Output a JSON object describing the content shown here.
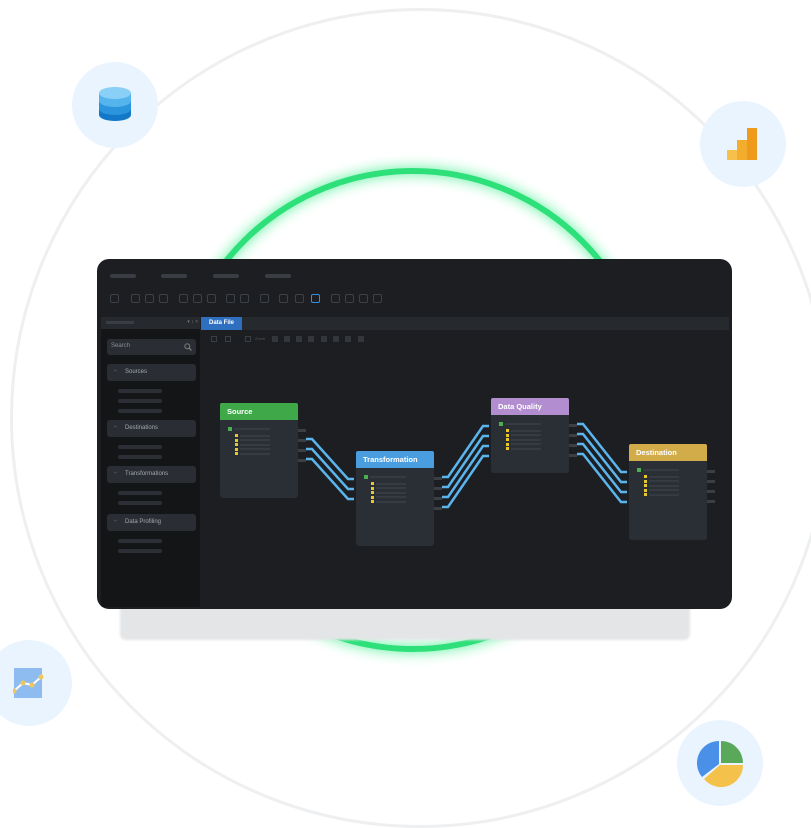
{
  "window": {
    "tab": "Data File",
    "sidebar": {
      "panel_controls": "▾ ↕ ×",
      "search_placeholder": "Search",
      "categories": [
        "Sources",
        "Destinations",
        "Transformations",
        "Data Profiling"
      ]
    },
    "canvas_toolbar": {
      "zoom_label": "Zoom"
    }
  },
  "nodes": [
    {
      "title": "Source",
      "color": "#3fa94a"
    },
    {
      "title": "Transformation",
      "color": "#4a9ee0"
    },
    {
      "title": "Data Quality",
      "color": "#b28ed0"
    },
    {
      "title": "Destination",
      "color": "#d3ac4a"
    }
  ],
  "decor_icons": [
    "database-icon",
    "bar-chart-icon",
    "line-chart-icon",
    "pie-chart-icon"
  ],
  "colors": {
    "ring_glow": "#2ee07a",
    "connector": "#5bb4ec",
    "background": "#1c1e22"
  }
}
